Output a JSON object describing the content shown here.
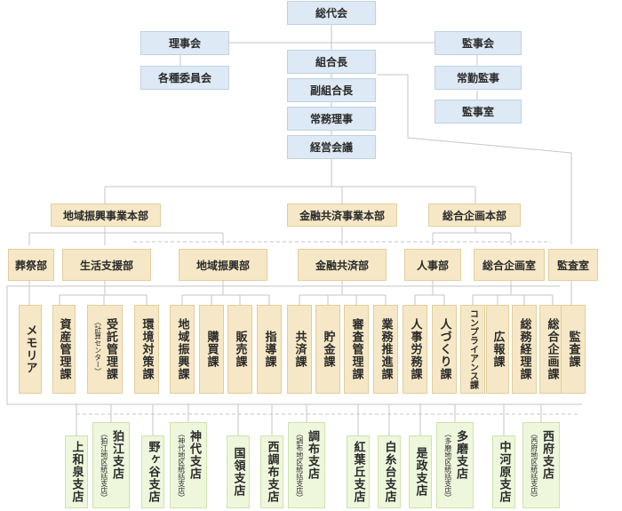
{
  "top": {
    "general_meeting": "総代会",
    "board": "理事会",
    "committees": "各種委員会",
    "auditors": "監事会",
    "fulltime_auditor": "常勤監事",
    "auditor_office": "監事室",
    "president": "組合長",
    "vice_president": "副組合長",
    "managing_director": "常務理事",
    "management_council": "経営会議"
  },
  "headquarters": {
    "regional": "地域振興事業本部",
    "finance_mutual": "金融共済事業本部",
    "planning": "総合企画本部"
  },
  "departments": {
    "funeral": "葬祭部",
    "life_support": "生活支援部",
    "regional_promotion": "地域振興部",
    "finance_mutual": "金融共済部",
    "hr": "人事部",
    "planning_office": "総合企画室",
    "audit_office": "監査室"
  },
  "sections": {
    "memoria": "メモリア",
    "assets": "資産管理課",
    "contract_main": "受託管理課",
    "contract_sub": "（計算センター）",
    "environment": "環境対策課",
    "regional": "地域振興課",
    "purchasing": "購買課",
    "sales": "販売課",
    "guidance": "指導課",
    "mutual": "共済課",
    "savings": "貯金課",
    "loan_review": "審査管理課",
    "business_promo": "業務推進課",
    "hr_labor": "人事労務課",
    "people_dev": "人づくり課",
    "compliance": "コンプライアンス課",
    "pr": "広報課",
    "general_accounting": "総務経理課",
    "general_planning": "総合企画課",
    "audit": "監査課"
  },
  "branches": {
    "kamiwaizumi": "上和泉支店",
    "komae": "狛江支店",
    "komae_sub": "（狛江地区統括支店）",
    "nogaya": "野ヶ谷支店",
    "jindai": "神代支店",
    "jindai_sub": "（神代地区統括支店）",
    "kokuryo": "国領支店",
    "nishichofu": "西調布支店",
    "chofu": "調布支店",
    "chofu_sub": "（調布地区統括支店）",
    "momiji": "紅葉丘支店",
    "shiraitodai": "白糸台支店",
    "koremasa": "是政支店",
    "tama": "多磨支店",
    "tama_sub": "（多磨地区統括支店）",
    "nakagawara": "中河原支店",
    "nishifu": "西府支店",
    "nishifu_sub": "（西府地区統括支店）"
  },
  "colors": {
    "executive_box": "#dde9f4",
    "department_box": "#f6e8c6",
    "branch_box": "#eef7dc",
    "connector": "#c4c4c4"
  }
}
